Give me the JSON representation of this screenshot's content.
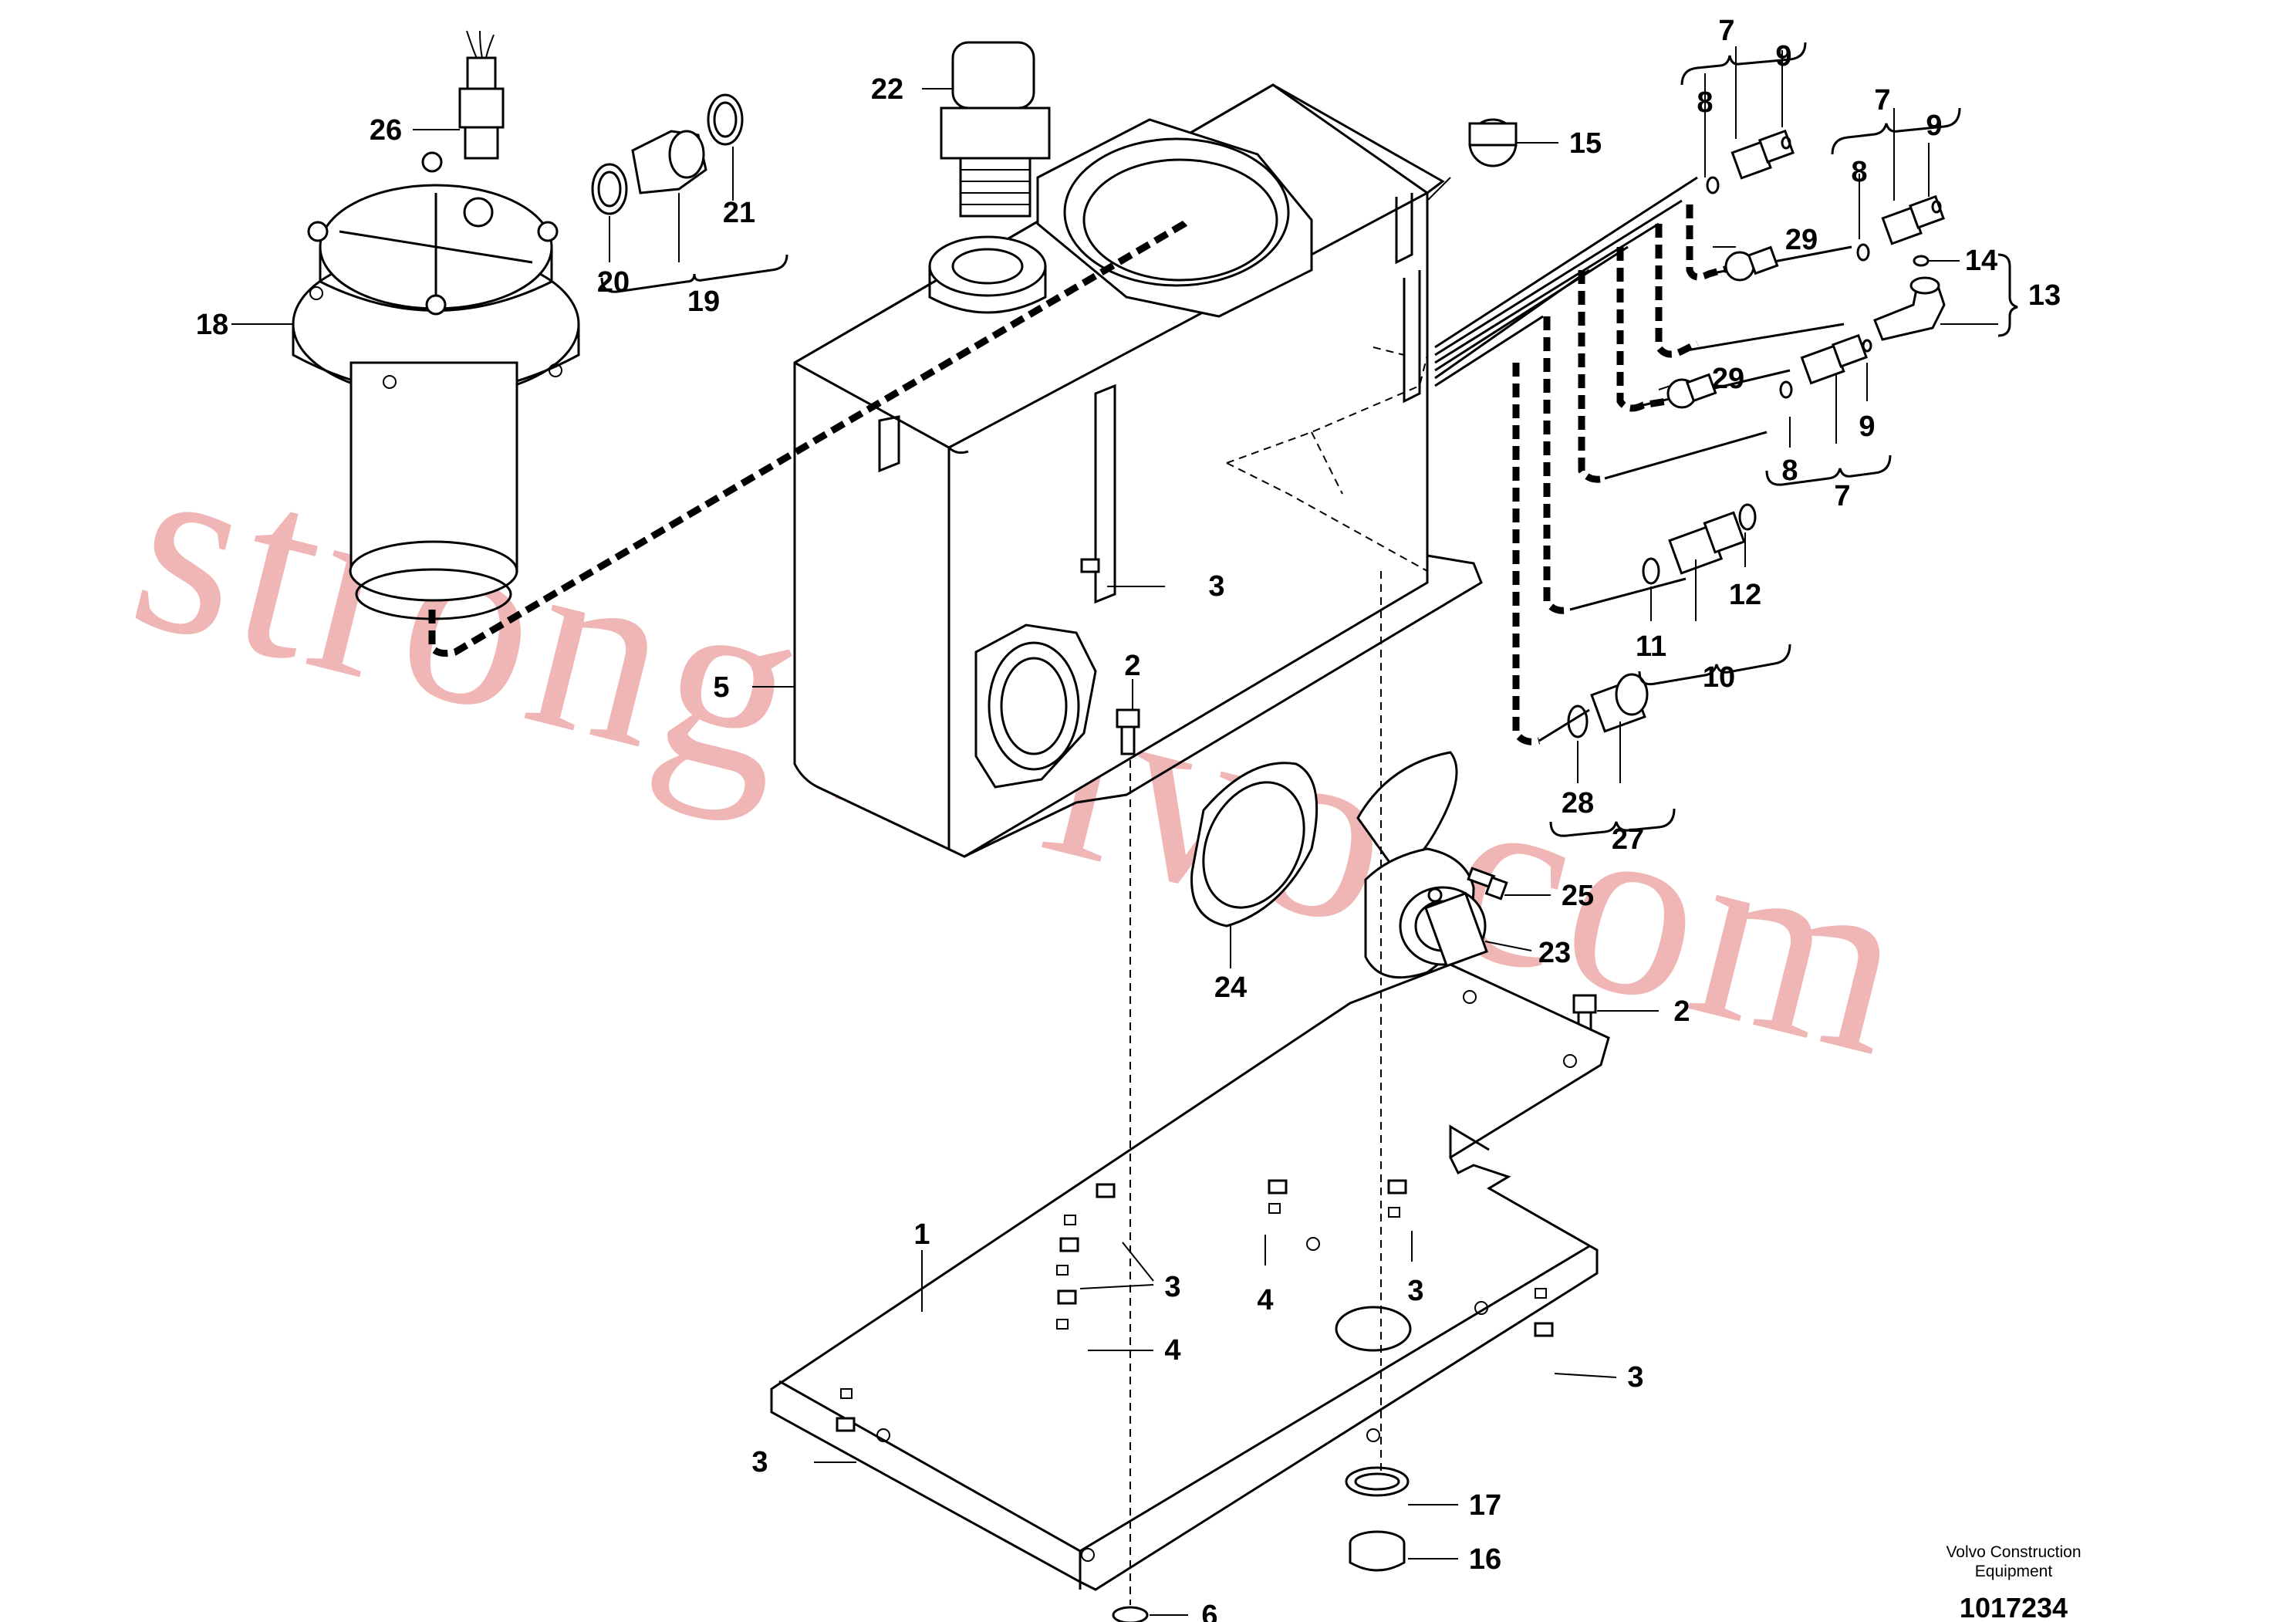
{
  "watermark": "strongvolvo.com",
  "caption": {
    "line1": "Volvo Construction",
    "line2": "Equipment",
    "doc_number": "1017234"
  },
  "labels": {
    "p1": "1",
    "p2a": "2",
    "p2b": "2",
    "p3a": "3",
    "p3b": "3",
    "p3c": "3",
    "p3d": "3",
    "p3e": "3",
    "p4a": "4",
    "p4b": "4",
    "p5": "5",
    "p6": "6",
    "p7a": "7",
    "p7b": "7",
    "p7c": "7",
    "p8a": "8",
    "p8b": "8",
    "p8c": "8",
    "p9a": "9",
    "p9b": "9",
    "p9c": "9",
    "p10": "10",
    "p11": "11",
    "p12": "12",
    "p13": "13",
    "p14": "14",
    "p15": "15",
    "p16": "16",
    "p17": "17",
    "p18": "18",
    "p19": "19",
    "p20": "20",
    "p21": "21",
    "p22": "22",
    "p23": "23",
    "p24": "24",
    "p25": "25",
    "p26": "26",
    "p27": "27",
    "p28": "28",
    "p29a": "29",
    "p29b": "29"
  }
}
